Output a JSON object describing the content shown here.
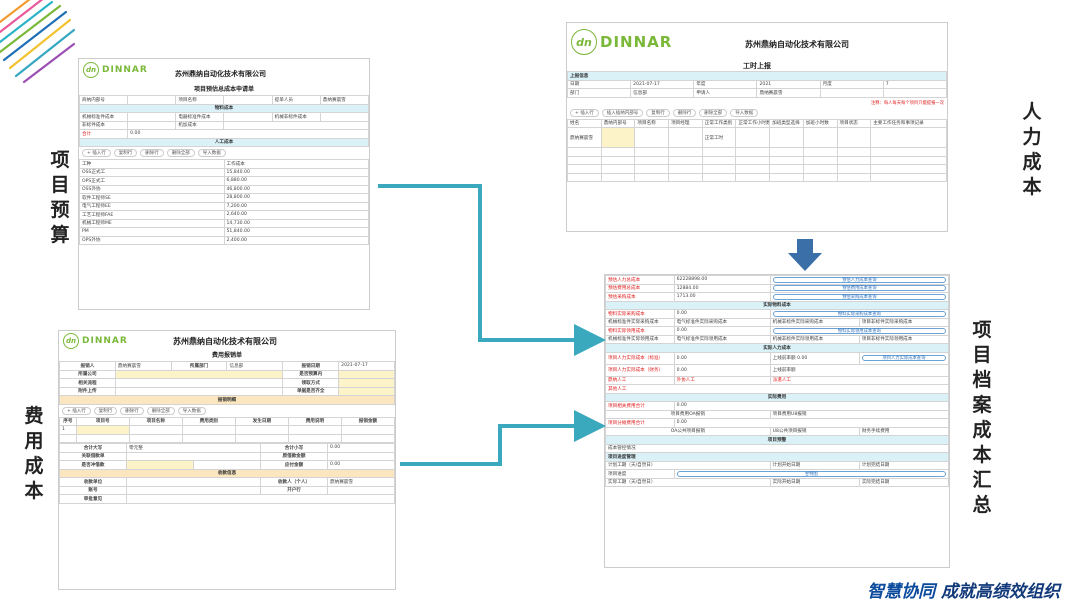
{
  "left_titles": {
    "budget": "项目预算",
    "expense": "费用成本"
  },
  "right_titles": {
    "labor": "人力成本",
    "archive": "项目档案成本汇总"
  },
  "logo": {
    "dn": "dn",
    "word": "DINNAR"
  },
  "company": "苏州鼎纳自动化技术有限公司",
  "slogan": {
    "part1": "智慧协同",
    "part2": "成就高绩效组织"
  },
  "budget_form": {
    "title": "项目预估总成本申请单",
    "header_row": [
      "商纳内部号",
      "",
      "项目名称",
      "",
      "提单人员",
      "",
      "",
      "鼎纳赛晨雪"
    ],
    "material_title": "物料成本",
    "material_rows": [
      [
        "机械标准件成本",
        "",
        "电器标准件成本",
        "",
        "",
        "机械非标件成本",
        "",
        ""
      ],
      [
        "非标件成本",
        "",
        "机加成本",
        "",
        "",
        "",
        "",
        ""
      ]
    ],
    "total_label": "合计",
    "total_value": "0.00",
    "labor_title": "人工成本",
    "buttons": [
      "+ 插入行",
      "复制行",
      "删除行",
      "删除全部",
      "导入数据"
    ],
    "cols": [
      "工种",
      "工作成本"
    ],
    "rows": [
      [
        "OSS正式工",
        "15,840.00"
      ],
      [
        "OPS正式工",
        "6,880.00"
      ],
      [
        "OSS外协",
        "46,800.00"
      ],
      [
        "软件工程师SE",
        "28,800.00"
      ],
      [
        "电气工程师EE",
        "7,200.00"
      ],
      [
        "工艺工程师FAE",
        "2,640.00"
      ],
      [
        "机械工程师ME",
        "14,730.00"
      ],
      [
        "PM",
        "51,840.00"
      ],
      [
        "OPS外协",
        "2,400.00"
      ]
    ]
  },
  "expense_form": {
    "title": "费用报销单",
    "r1": [
      "报销人",
      "鼎纳赛晨雪",
      "所属部门",
      "信息部",
      "报销日期",
      "2021-07-17"
    ],
    "r2": [
      "所属公司",
      "",
      "是否预算内",
      ""
    ],
    "r3": [
      "相关流程",
      "",
      "领取方式",
      ""
    ],
    "r4": [
      "附件上传",
      "",
      "单据是否齐全",
      ""
    ],
    "detail_title": "报销明细",
    "buttons": [
      "+ 插入行",
      "复制行",
      "删除行",
      "删除全部",
      "导入数据"
    ],
    "cols": [
      "序号",
      "项目号",
      "项目名称",
      "费用类别",
      "发生日期",
      "费用说明",
      "报销金额"
    ],
    "row1": "1",
    "s1": [
      "合计大写",
      "零元整",
      "合计小写",
      "0.00"
    ],
    "s2": [
      "关联借款单",
      "",
      "原借款金额",
      ""
    ],
    "s3": [
      "是否冲借款",
      "",
      "应付金额",
      "0.00"
    ],
    "receipt_title": "收款信息",
    "p1": [
      "收款单位",
      "",
      "收款人（个人）",
      "鼎纳赛晨雪"
    ],
    "p2": [
      "账号",
      "",
      "开户行",
      ""
    ],
    "p3": [
      "审批意见",
      ""
    ]
  },
  "labor_form": {
    "title": "工时上报",
    "section": "上报信息",
    "r1": [
      "日期",
      "2021-07-17",
      "年度",
      "2021",
      "月度",
      "7"
    ],
    "r2": [
      "部门",
      "信息部",
      "申请人",
      "鼎纳赛晨雪"
    ],
    "note": "注释：每人每天每个项目只能提报一次",
    "buttons": [
      "+ 插入行",
      "插入插纳内部号",
      "复制行",
      "删除行",
      "删除全部",
      "导入数据"
    ],
    "cols": [
      "姓名",
      "鼎纳内部号",
      "项目名称",
      "项目经理",
      "正常工作类别",
      "正常工作小时数",
      "加班类型选择",
      "加班小时数",
      "项目状态",
      "主要工作任务和事项记录"
    ],
    "row": [
      "鼎纳赛晨雪",
      "",
      "",
      "",
      "正常工时",
      "",
      "",
      "",
      "",
      ""
    ]
  },
  "archive_form": {
    "top": [
      [
        "预估人力总成本",
        "62228898.00",
        "预估人力成本查询"
      ],
      [
        "预估费用总成本",
        "12884.00",
        "预估费用成本查询"
      ],
      [
        "预估采购成本",
        "1713.00",
        "预估采购成本查询"
      ]
    ],
    "mat_title": "实际物料成本",
    "mat1": [
      "物料实际采购成本",
      "0.00",
      "物料实际采购成本查询"
    ],
    "mat1b": [
      "机械标准件实际采购成本",
      "电气标准件实际采购成本",
      "机械非标件实际采购成本",
      "项目非标件实际采购成本"
    ],
    "mat2": [
      "物料实际领用成本",
      "0.00",
      "物料实际领用成本查询"
    ],
    "mat2b": [
      "机械标准件实际领用成本",
      "电气标准件实际领用成本",
      "机械非标件实际领用成本",
      "项目非标件实际领用成本"
    ],
    "labor_title": "实际人力成本",
    "lab1": [
      "项目人力实际成本（标准）",
      "0.00",
      "上线前率额",
      "0.00",
      "项目人力实际成本查询"
    ],
    "lab2": [
      "项目人力实际成本（财务）",
      "0.00",
      "上线前率额"
    ],
    "lab3": [
      "鼎纳人工",
      "外协人工",
      "派遣人工"
    ],
    "lab4": "其他人工",
    "fee_title": "实际费用",
    "fee1": [
      "项目相关费用合计",
      "0.00"
    ],
    "fee2": [
      "项目费用OA报销",
      "项目费用U8报销"
    ],
    "fee3": [
      "项目分摊费用合计",
      "0.00"
    ],
    "fee4": [
      "OA公共项目报销",
      "U8公共项目报销",
      "财务手续费用"
    ],
    "prog_title": "项目预警",
    "prog1": "成本管控情况",
    "prog_title2": "项目进度管理",
    "pr1": [
      "计划工期（天/自然日）",
      "计划开始日期",
      "计划完结日期"
    ],
    "pr2": [
      "项目进度",
      "甘特图"
    ],
    "pr3": [
      "实际工期（天/自然日）",
      "实际开始日期",
      "实际完结日期"
    ]
  }
}
